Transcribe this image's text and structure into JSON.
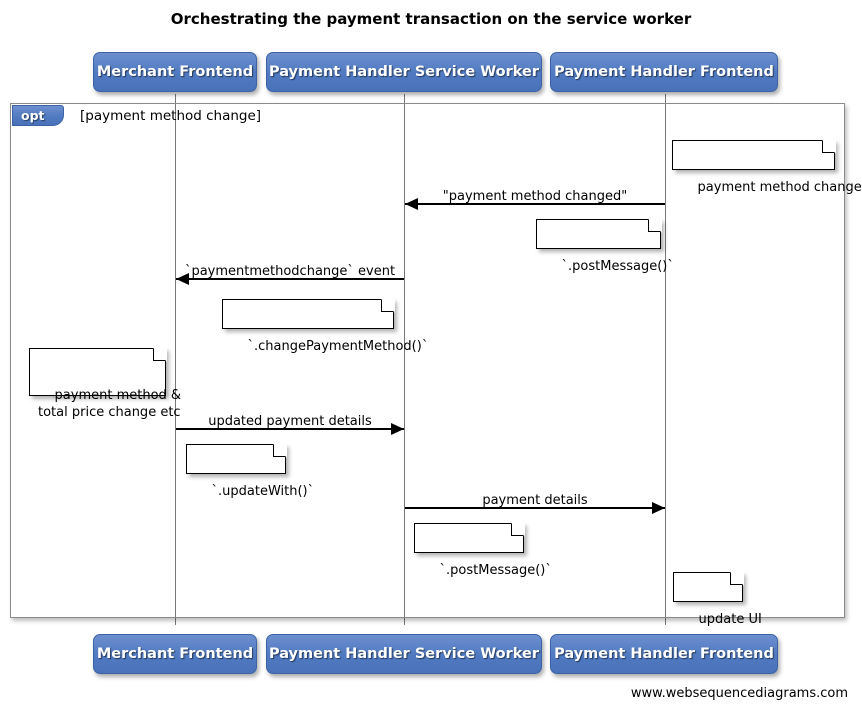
{
  "title": "Orchestrating the payment transaction on the service worker",
  "footer": "www.websequencediagrams.com",
  "colors": {
    "participant_fill": "#4f79c0",
    "participant_border": "#3b63a5",
    "frame_border": "#8a8a8a",
    "lifeline": "#777777",
    "note_border": "#000000",
    "note_fill": "#ffffff",
    "arrow": "#000000",
    "text": "#000000"
  },
  "participants": [
    {
      "id": "merchant-frontend",
      "label": "Merchant Frontend"
    },
    {
      "id": "payment-handler-service-worker",
      "label": "Payment Handler Service Worker"
    },
    {
      "id": "payment-handler-frontend",
      "label": "Payment Handler Frontend"
    }
  ],
  "fragment": {
    "kind": "opt",
    "guard": "[payment method change]"
  },
  "messages": [
    {
      "id": "payment-method-changed",
      "label": "\"payment method changed\"",
      "from": "payment-handler-frontend",
      "to": "payment-handler-service-worker",
      "direction": "left"
    },
    {
      "id": "paymentmethodchange-event",
      "label": "`paymentmethodchange` event",
      "from": "payment-handler-service-worker",
      "to": "merchant-frontend",
      "direction": "left"
    },
    {
      "id": "updated-payment-details",
      "label": "updated payment details",
      "from": "merchant-frontend",
      "to": "payment-handler-service-worker",
      "direction": "right"
    },
    {
      "id": "payment-details",
      "label": "payment details",
      "from": "payment-handler-service-worker",
      "to": "payment-handler-frontend",
      "direction": "right"
    }
  ],
  "notes": [
    {
      "id": "note-payment-method-changed",
      "text": "payment method changed",
      "over": "payment-handler-frontend"
    },
    {
      "id": "note-postmessage-1",
      "text": "`.postMessage()`",
      "over": "payment-handler-frontend"
    },
    {
      "id": "note-changepaymentmethod",
      "text": "`.changePaymentMethod()`",
      "over": "payment-handler-service-worker"
    },
    {
      "id": "note-price-change",
      "text": "payment method &\ntotal price change etc",
      "over": "merchant-frontend"
    },
    {
      "id": "note-updatewith",
      "text": "`.updateWith()`",
      "over": "merchant-frontend"
    },
    {
      "id": "note-postmessage-2",
      "text": "`.postMessage()`",
      "over": "payment-handler-service-worker"
    },
    {
      "id": "note-update-ui",
      "text": "update UI",
      "over": "payment-handler-frontend"
    }
  ]
}
